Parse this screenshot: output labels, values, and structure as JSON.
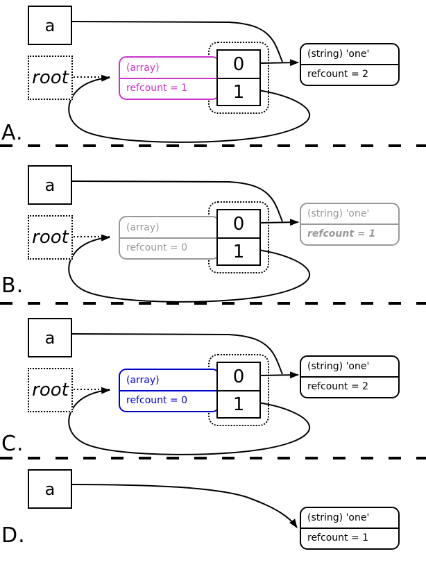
{
  "figure": {
    "panels": [
      {
        "letter": "A.",
        "var_box": {
          "label": "a"
        },
        "root_box": {
          "label": "root"
        },
        "array_box": {
          "type_label": "(array)",
          "refcount_label": "refcount = 1",
          "color": "#cc33cc"
        },
        "slots_box": {
          "slots": [
            "0",
            "1"
          ]
        },
        "string_box": {
          "type_label": "(string) 'one'",
          "refcount_label": "refcount = 2",
          "color": "#000000"
        }
      },
      {
        "letter": "B.",
        "var_box": {
          "label": "a"
        },
        "root_box": {
          "label": "root"
        },
        "array_box": {
          "type_label": "(array)",
          "refcount_label": "refcount = 0",
          "color": "#999999"
        },
        "slots_box": {
          "slots": [
            "0",
            "1"
          ]
        },
        "string_box": {
          "type_label": "(string) 'one'",
          "refcount_label": "refcount = 1",
          "color": "#999999"
        }
      },
      {
        "letter": "C.",
        "var_box": {
          "label": "a"
        },
        "root_box": {
          "label": "root"
        },
        "array_box": {
          "type_label": "(array)",
          "refcount_label": "refcount = 0",
          "color": "#0000cc"
        },
        "slots_box": {
          "slots": [
            "0",
            "1"
          ]
        },
        "string_box": {
          "type_label": "(string) 'one'",
          "refcount_label": "refcount = 2",
          "color": "#000000"
        }
      },
      {
        "letter": "D.",
        "var_box": {
          "label": "a"
        },
        "string_box": {
          "type_label": "(string) 'one'",
          "refcount_label": "refcount = 1",
          "color": "#000000"
        }
      }
    ]
  }
}
